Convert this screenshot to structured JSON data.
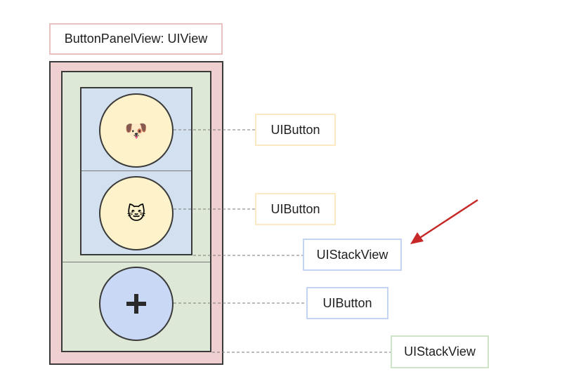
{
  "title_label": "ButtonPanelView: UIView",
  "buttons": [
    {
      "label": "UIButton",
      "symbol": "🐶",
      "icon": "dog-face-icon"
    },
    {
      "label": "UIButton",
      "symbol": "🐱",
      "icon": "cat-face-icon"
    },
    {
      "label": "UIButton",
      "symbol": "+",
      "icon": "plus-icon"
    }
  ],
  "inner_stack_label": "UIStackView",
  "outer_stack_label": "UIStackView",
  "colors": {
    "outer_panel": "#efcfcf",
    "outer_stack": "#dde8d6",
    "inner_stack": "#d3e0f0",
    "emoji_button": "#fdf2c9",
    "add_button": "#c9d8f4",
    "arrow": "#c62828"
  }
}
